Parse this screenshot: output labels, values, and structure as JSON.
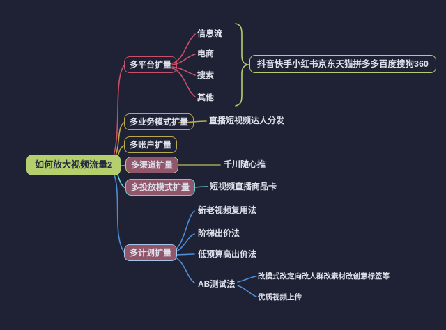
{
  "app": {
    "type": "mindmap"
  },
  "colors": {
    "background": "#1e2234",
    "root_fill": "#b5cf6f",
    "branch_platform": "#c9506a",
    "branch_yellow": "#b9a84e",
    "branch_channel": "#b5cf6f",
    "branch_placement": "#6fccd5",
    "branch_plan": "#4d8ed6",
    "plan_border": "#a5c6e9",
    "highlight_fill": "#91566a",
    "text": "#dde0ea"
  },
  "root": {
    "label": "如何放大视频流量2"
  },
  "branches": [
    {
      "label": "多平台扩量",
      "children": [
        {
          "label": "信息流"
        },
        {
          "label": "电商"
        },
        {
          "label": "搜索"
        },
        {
          "label": "其他"
        }
      ],
      "note": {
        "label": "抖音快手小红书京东天猫拼多多百度搜狗360"
      }
    },
    {
      "label": "多业务模式扩量",
      "children": [
        {
          "label": "直播短视频达人分发"
        }
      ]
    },
    {
      "label": "多账户扩量",
      "children": []
    },
    {
      "label": "多渠道扩量",
      "children": [
        {
          "label": "千川随心推"
        }
      ]
    },
    {
      "label": "多投放模式扩量",
      "children": [
        {
          "label": "短视频直播商品卡"
        }
      ]
    },
    {
      "label": "多计划扩量",
      "children": [
        {
          "label": "新老视频复用法"
        },
        {
          "label": "阶梯出价法"
        },
        {
          "label": "低预算高出价法"
        },
        {
          "label": "AB测试法",
          "children": [
            {
              "label": "改模式改定向改人群改素材改创意标签等"
            },
            {
              "label": "优质视频上传"
            }
          ]
        }
      ]
    }
  ]
}
